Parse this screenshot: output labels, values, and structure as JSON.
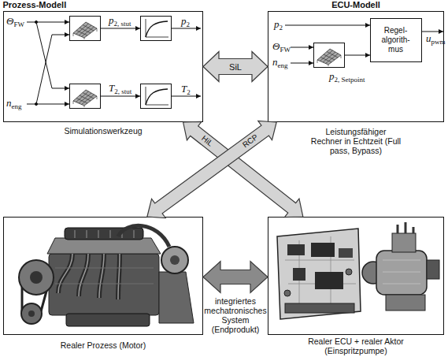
{
  "diagram": {
    "nodes": [
      {
        "text": [
          "Prozess-Modell",
          "Simulationswerkzeug"
        ]
      },
      {
        "text": [
          "ECU-Modell",
          "Leistungsfähiger Rechner in Echtzeit (Full pass, Bypass)"
        ]
      },
      {
        "text": [
          "Regel- algorith- mus"
        ],
        "in": 1
      },
      {
        "text": [
          "Realer Prozess (Motor)"
        ]
      },
      {
        "text": [
          "Realer ECU + realer Aktor (Einspritzpumpe)"
        ]
      }
    ],
    "edges": [
      {
        "from": 0,
        "to": 1,
        "arrow": "both",
        "label": "SiL"
      },
      {
        "from": 0,
        "to": 4,
        "arrow": "both",
        "label": "HiL"
      },
      {
        "from": 1,
        "to": 3,
        "arrow": "both",
        "label": "RCP"
      },
      {
        "from": 3,
        "to": 4,
        "arrow": "both",
        "label": "integriertes mechatronisches System (Endprodukt)"
      }
    ],
    "labels": [
      "ΘFW",
      "p2, stut",
      "p2",
      "neng",
      "T2, stut",
      "T2",
      "p2",
      "upwm",
      "ΘFW",
      "neng",
      "p2, Setpoint"
    ]
  }
}
